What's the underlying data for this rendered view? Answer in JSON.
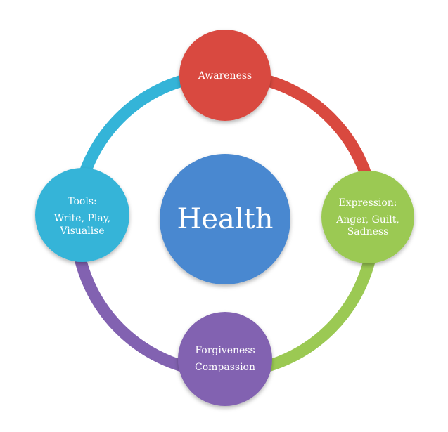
{
  "center": {
    "label": "Health",
    "color": "#4a88d0"
  },
  "nodes": [
    {
      "id": "awareness",
      "lines": [
        "Awareness"
      ],
      "color": "#d9493f"
    },
    {
      "id": "expression",
      "lines": [
        "Expression:",
        "Anger, Guilt,",
        "Sadness"
      ],
      "color": "#9bc953"
    },
    {
      "id": "forgiveness",
      "lines": [
        "Forgiveness",
        "Compassion"
      ],
      "color": "#8262b1"
    },
    {
      "id": "tools",
      "lines": [
        "Tools:",
        "Write, Play,",
        "Visualise"
      ],
      "color": "#34b4d8"
    }
  ],
  "ring_colors": {
    "top_to_right": "#d9493f",
    "right_to_bottom": "#9bc953",
    "bottom_to_left": "#8262b1",
    "left_to_top": "#34b4d8"
  }
}
